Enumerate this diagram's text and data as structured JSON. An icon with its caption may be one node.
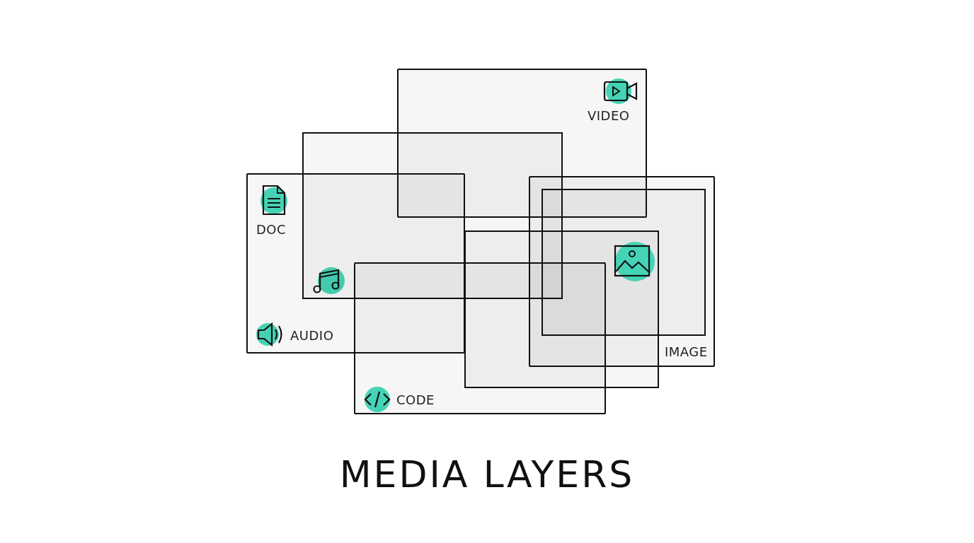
{
  "diagram": {
    "title": "MEDIA LAYERS",
    "nodes": [
      {
        "text": [
          "VIDEO"
        ]
      },
      {
        "text": [],
        "shape": "box"
      },
      {
        "text": [
          "DOC",
          "AUDIO"
        ]
      },
      {
        "text": [
          "IMAGE"
        ]
      },
      {
        "text": [],
        "shape": "box",
        "in": 3
      },
      {
        "text": [],
        "shape": "box"
      },
      {
        "text": [
          "CODE"
        ]
      }
    ]
  }
}
